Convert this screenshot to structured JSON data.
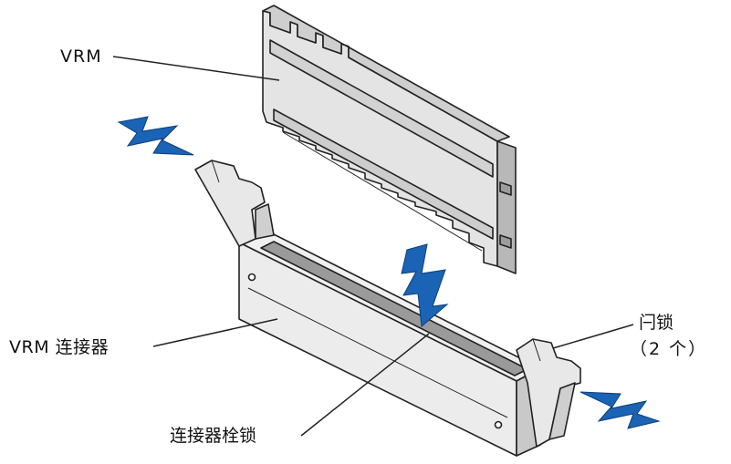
{
  "labels": {
    "vrm": "VRM",
    "vrm_connector": "VRM 连接器",
    "latch": "闩锁",
    "latch_count": "（2 个）",
    "connector_key": "连接器栓锁"
  },
  "colors": {
    "arrow_blue": "#1a63b5",
    "line": "#222222",
    "module_fill": "#e6e6e6",
    "connector_fill": "#ececec"
  },
  "icons": [
    "insertion-arrow-icon",
    "latch-open-arrow-icon"
  ]
}
